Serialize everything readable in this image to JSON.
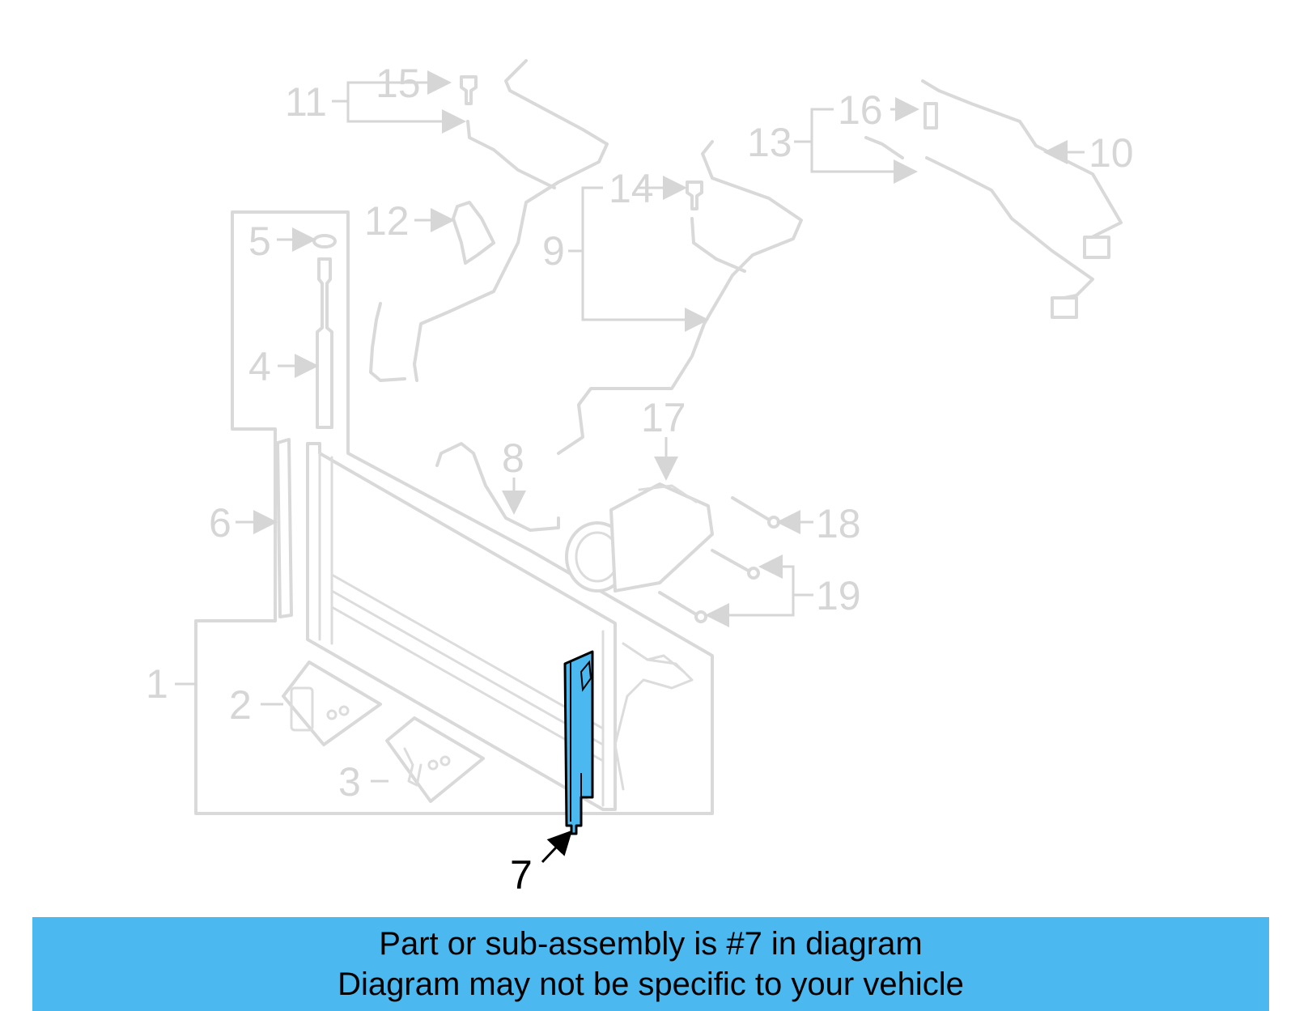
{
  "diagram": {
    "callouts": [
      "1",
      "2",
      "3",
      "4",
      "5",
      "6",
      "7",
      "8",
      "9",
      "10",
      "11",
      "12",
      "13",
      "14",
      "15",
      "16",
      "17",
      "18",
      "19"
    ],
    "highlighted_part": "7",
    "highlight_color": "#4cb8f0",
    "ghost_color": "#d6d6d6"
  },
  "banner": {
    "line1": "Part or sub-assembly is #7 in diagram",
    "line2": "Diagram may not be specific to your vehicle",
    "background": "#4cb8f0"
  }
}
